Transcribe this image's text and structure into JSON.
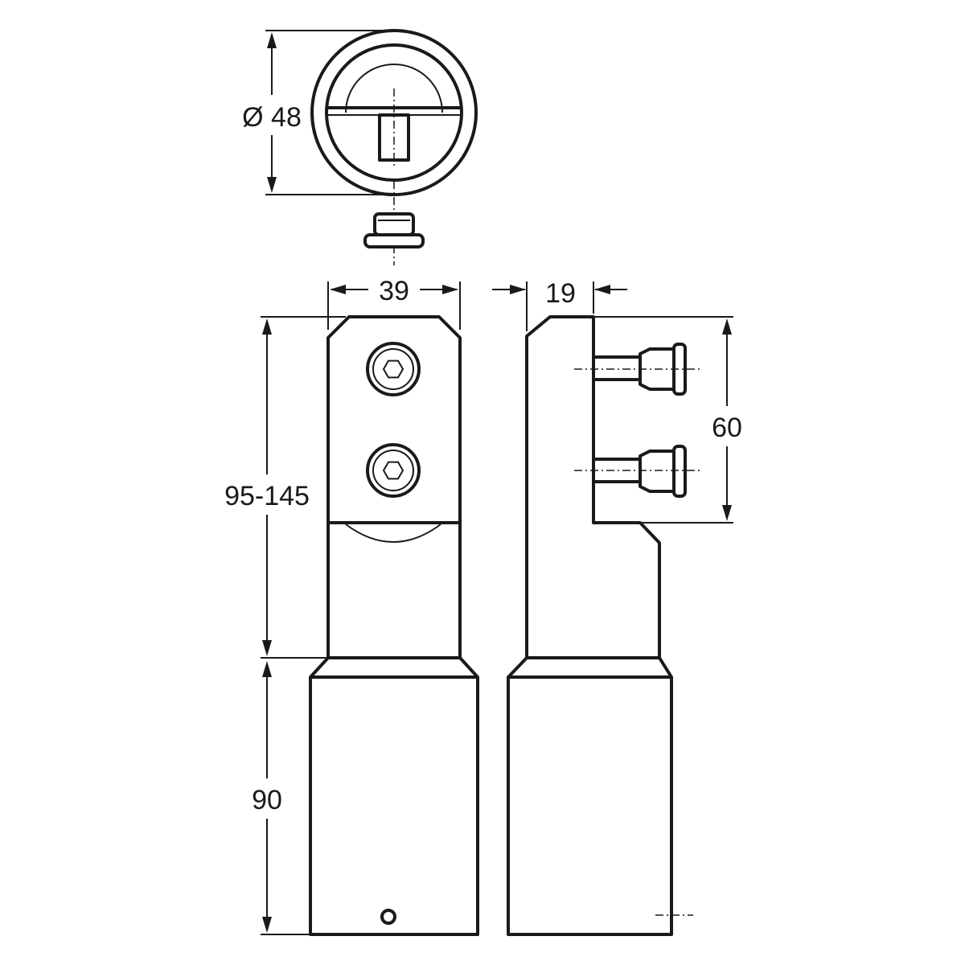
{
  "dimensions": {
    "diameter": "Ø 48",
    "width": "39",
    "depth": "19",
    "screw_spacing": "60",
    "adjust_height": "95-145",
    "base_height": "90"
  },
  "colors": {
    "line": "#1a1a1a",
    "background": "#ffffff"
  }
}
